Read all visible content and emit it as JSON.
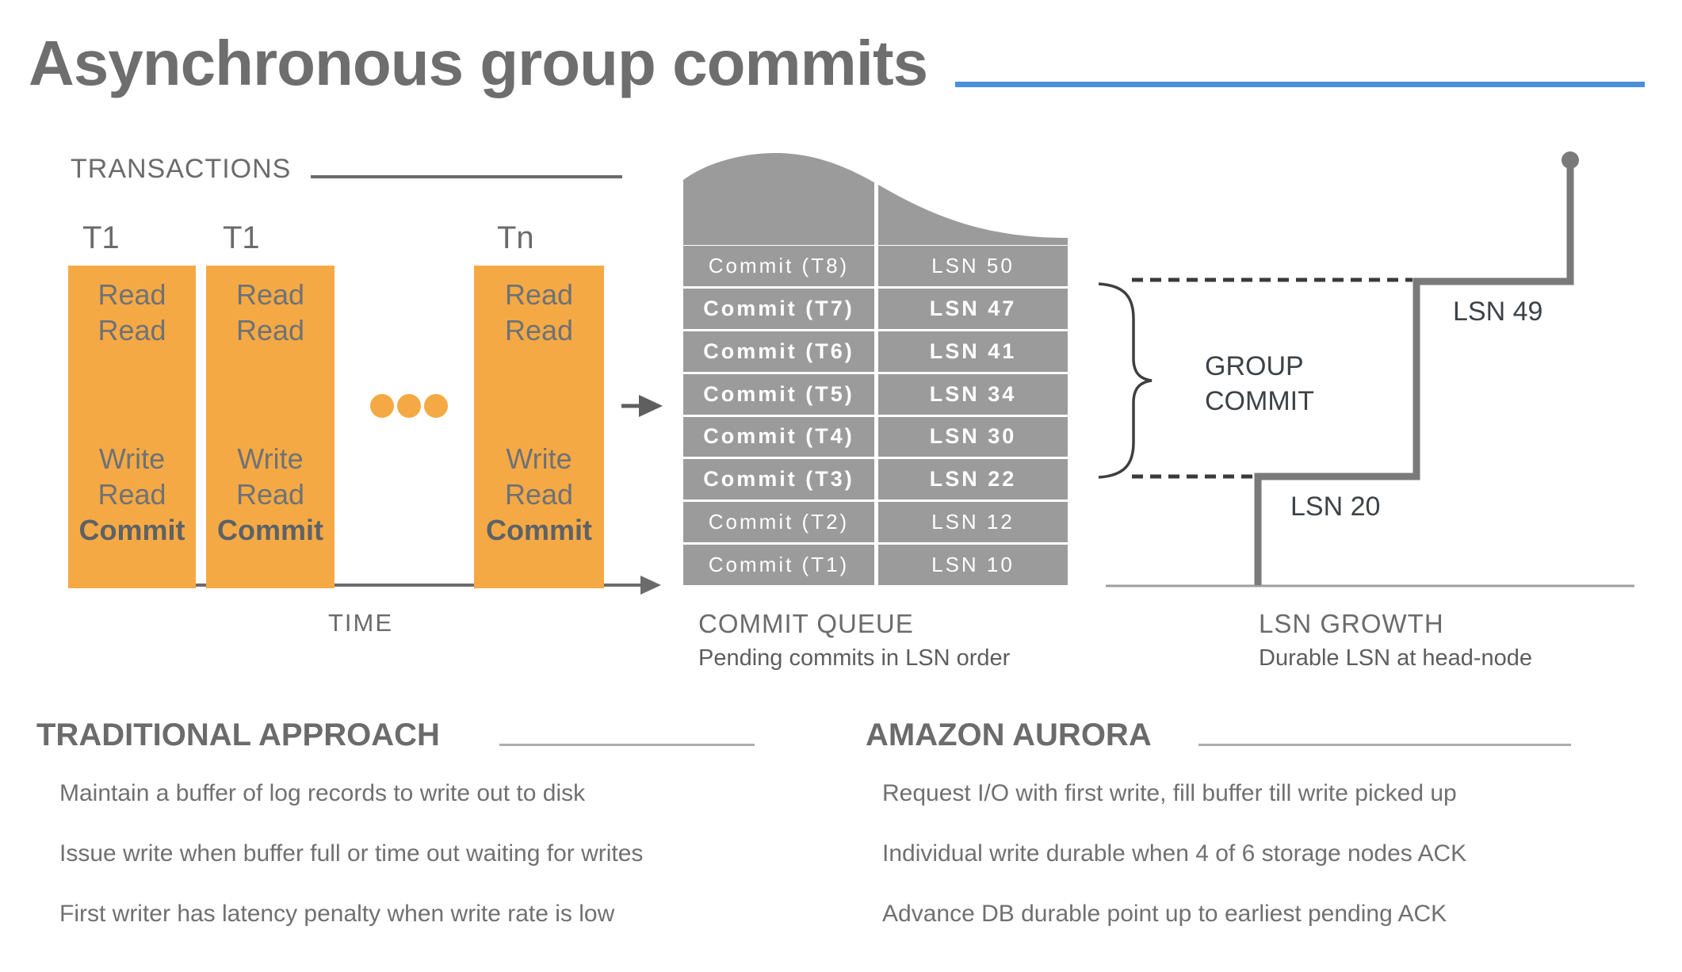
{
  "title": "Asynchronous group commits",
  "transactions": {
    "heading": "TRANSACTIONS",
    "boxes": [
      {
        "label": "T1",
        "lines": [
          "Read",
          "Read",
          "Write",
          "Read"
        ],
        "commit": "Commit"
      },
      {
        "label": "T1",
        "lines": [
          "Read",
          "Read",
          "Write",
          "Read"
        ],
        "commit": "Commit"
      },
      {
        "label": "Tn",
        "lines": [
          "Read",
          "Read",
          "Write",
          "Read"
        ],
        "commit": "Commit"
      }
    ],
    "axis_label": "TIME"
  },
  "commit_queue": {
    "rows": [
      {
        "commit": "Commit (T8)",
        "lsn": "LSN 50",
        "bold": false
      },
      {
        "commit": "Commit (T7)",
        "lsn": "LSN 47",
        "bold": true
      },
      {
        "commit": "Commit (T6)",
        "lsn": "LSN 41",
        "bold": true
      },
      {
        "commit": "Commit (T5)",
        "lsn": "LSN 34",
        "bold": true
      },
      {
        "commit": "Commit (T4)",
        "lsn": "LSN 30",
        "bold": true
      },
      {
        "commit": "Commit (T3)",
        "lsn": "LSN 22",
        "bold": true
      },
      {
        "commit": "Commit (T2)",
        "lsn": "LSN 12",
        "bold": false
      },
      {
        "commit": "Commit (T1)",
        "lsn": "LSN 10",
        "bold": false
      }
    ],
    "heading": "COMMIT QUEUE",
    "subtitle": "Pending commits in LSN order"
  },
  "lsn_growth": {
    "group_commit_label": "GROUP COMMIT",
    "lsn_49_label": "LSN 49",
    "lsn_20_label": "LSN 20",
    "heading": "LSN GROWTH",
    "subtitle": "Durable LSN at head-node"
  },
  "traditional": {
    "heading": "TRADITIONAL APPROACH",
    "bullets": [
      "Maintain a buffer of log records to write out to disk",
      "Issue write when buffer full or time out waiting for writes",
      "First writer has latency penalty when write rate is low"
    ]
  },
  "aurora": {
    "heading": "AMAZON AURORA",
    "bullets": [
      "Request I/O with first write, fill buffer till write picked up",
      "Individual write durable when 4 of 6 storage nodes ACK",
      "Advance DB durable point up to earliest pending ACK"
    ]
  },
  "colors": {
    "accent_orange": "#F5A945",
    "diagram_gray": "#9B9B9B",
    "accent_blue": "#4A90D9",
    "title_gray": "#6E6E6E",
    "text_gray": "#6B6B6B",
    "dark_line": "#3A3A3A",
    "step_gray": "#7A7A7A",
    "slate_text": "#3D4247"
  }
}
